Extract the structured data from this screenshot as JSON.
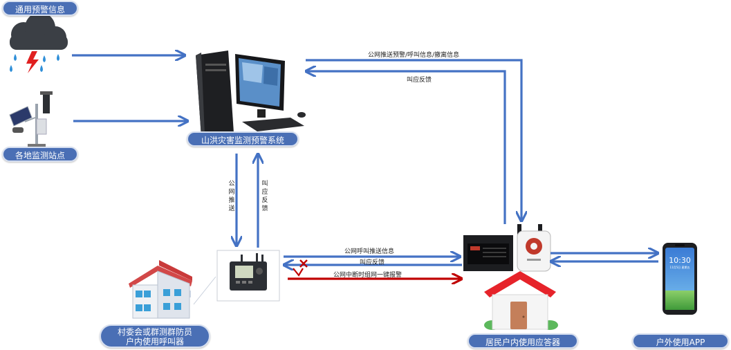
{
  "nodes": {
    "weather": {
      "label": "通用预警信息"
    },
    "stations": {
      "label": "各地监测站点"
    },
    "system": {
      "label": "山洪灾害监测预警系统"
    },
    "village": {
      "line1": "村委会或群测群防员",
      "line2": "户内使用呼叫器"
    },
    "resident": {
      "label": "居民户内使用应答器"
    },
    "app": {
      "label": "户外使用APP"
    }
  },
  "edges": {
    "public_push_down": "公网推送",
    "call_feedback_up": "叫应反馈",
    "top_push": "公网推送预警/呼叫信息/撤离信息",
    "top_feedback": "叫应反馈",
    "mid_call": "公网呼叫推送信息",
    "mid_feedback": "叫应反馈",
    "mid_offline": "公网中断时组网一键报警"
  },
  "device_text": {
    "phone_time": "10:30",
    "phone_date": "11月5日 星期五"
  },
  "colors": {
    "arrow_blue": "#4472c4",
    "arrow_red": "#c00000",
    "pill_fill": "#4a6fb5"
  }
}
